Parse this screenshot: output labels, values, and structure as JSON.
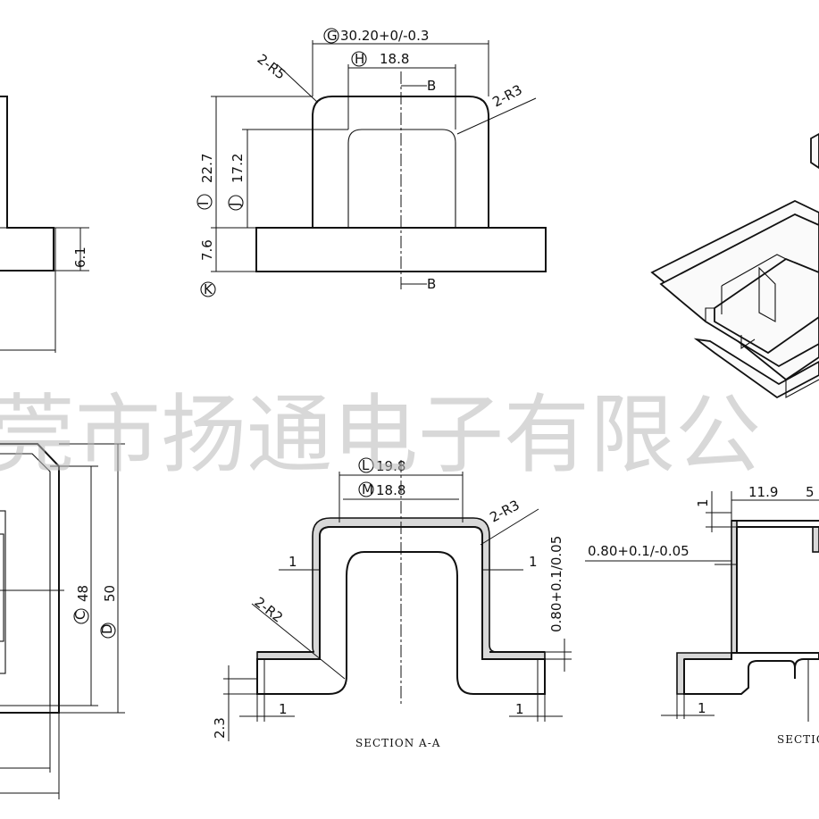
{
  "view_top": {
    "dim_outer_width": "30.20+0/-0.3",
    "dim_outer_width_tag": "G",
    "dim_inner_width": "18.8",
    "dim_inner_width_tag": "H",
    "radius_outer": "2-R5",
    "radius_inner": "2-R3",
    "section_mark_top": "B",
    "section_mark_bottom": "B",
    "dim_total_height": "22.7",
    "dim_total_height_tag": "I",
    "dim_inner_height": "17.2",
    "dim_inner_height_tag": "J",
    "dim_base_height": "7.6",
    "dim_base_tag": "K"
  },
  "view_left_top": {
    "dim_flange": "6.1"
  },
  "view_left_bottom": {
    "dim_inner": "48",
    "dim_inner_tag": "C",
    "dim_outer": "50",
    "dim_outer_tag": "D"
  },
  "section_a": {
    "dim_outer_width": "19.8",
    "dim_outer_width_tag": "L",
    "dim_inner_width": "18.8",
    "dim_inner_width_tag": "M",
    "radius_top": "2-R3",
    "radius_bottom": "2-R2",
    "dim_wall_left": "1",
    "dim_wall_right": "1",
    "dim_thickness": "0.80+0.1/0.05",
    "dim_base_left": "1",
    "dim_base_right": "1",
    "dim_base_height": "2.3",
    "caption": "SECTION A-A"
  },
  "section_b": {
    "dim_top_left": "1",
    "dim_width": "11.9",
    "dim_width_cut": "5",
    "dim_thickness": "0.80+0.1/-0.05",
    "dim_base": "1",
    "caption": "SECTIO"
  },
  "watermark": "莞市扬通电子有限公"
}
